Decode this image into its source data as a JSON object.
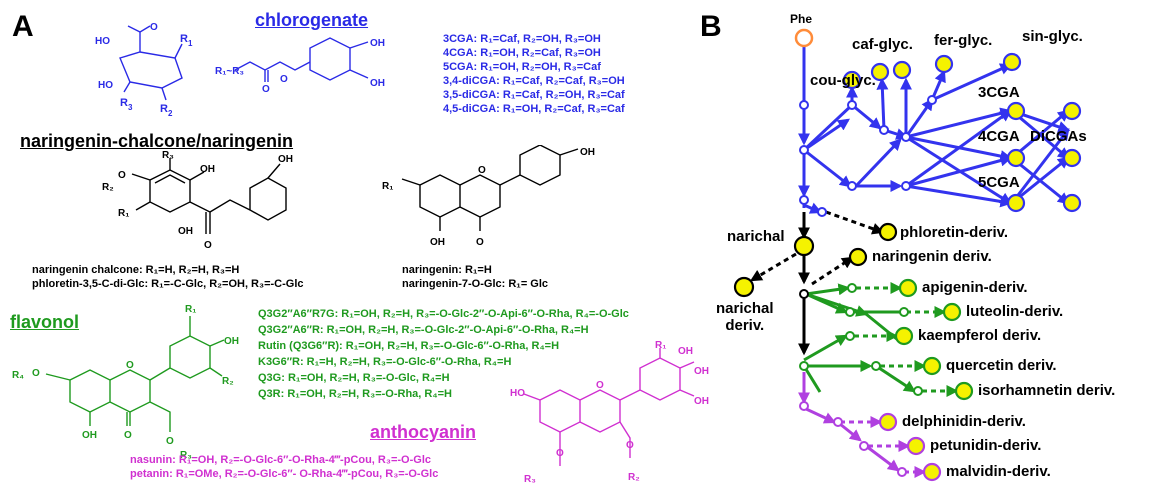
{
  "panelA": {
    "letter": "A",
    "chlorogenate": {
      "heading": "chlorogenate",
      "atoms": {
        "ho1": "HO",
        "o1": "O",
        "r1": "R",
        "r1sub": "1",
        "ho2": "HO",
        "r3": "R",
        "r3sub": "3",
        "r2": "R",
        "r2sub": "2",
        "rr": "R₁~R₃",
        "o2": "O",
        "o3": "O",
        "oh1": "OH",
        "oh2": "OH"
      },
      "rules": [
        "3CGA:  R₁=Caf, R₂=OH, R₃=OH",
        "4CGA:  R₁=OH, R₂=Caf, R₃=OH",
        "5CGA:  R₁=OH, R₂=OH, R₃=Caf",
        "3,4-diCGA:  R₁=Caf, R₂=Caf, R₃=OH",
        "3,5-diCGA:  R₁=Caf, R₂=OH, R₃=Caf",
        "4,5-diCGA:  R₁=OH, R₂=Caf, R₃=Caf"
      ]
    },
    "naringenin": {
      "heading": "naringenin-chalcone/naringenin",
      "atoms": {
        "r3": "R₃",
        "o": "O",
        "r2": "R₂",
        "oh1": "OH",
        "oh2": "OH",
        "r1": "R₁",
        "oh3": "OH",
        "oket": "O",
        "nr1": "R₁",
        "no": "O",
        "noh1": "OH",
        "noh2": "OH",
        "noket": "O"
      },
      "rules_left": [
        "naringenin chalcone:  R₁=H, R₂=H, R₃=H",
        "phloretin-3,5-C-di-Glc:  R₁=-C-Glc, R₂=OH, R₃=-C-Glc"
      ],
      "rules_right": [
        "naringenin:  R₁=H",
        "naringenin-7-O-Glc:  R₁= Glc"
      ]
    },
    "flavonol": {
      "heading": "flavonol",
      "atoms": {
        "r1": "R₁",
        "oh1": "OH",
        "r4": "R₄",
        "o1": "O",
        "o2": "O",
        "r2": "R₂",
        "oh2": "OH",
        "oket": "O",
        "o3": "O",
        "r3": "R₃"
      },
      "rules": [
        "Q3G2″A6″R7G:  R₁=OH, R₂=H, R₃=-O-Glc-2″-O-Api-6″-O-Rha, R₄=-O-Glc",
        "Q3G2″A6″R:  R₁=OH, R₂=H, R₃=-O-Glc-2″-O-Api-6″-O-Rha, R₄=H",
        "Rutin (Q3G6″R):  R₁=OH, R₂=H, R₃=-O-Glc-6″-O-Rha, R₄=H",
        "K3G6″R:  R₁=H, R₂=H, R₃=-O-Glc-6″-O-Rha, R₄=H",
        "Q3G:  R₁=OH, R₂=H, R₃=-O-Glc, R₄=H",
        "Q3R:  R₁=OH, R₂=H, R₃=-O-Rha, R₄=H"
      ]
    },
    "anthocyanin": {
      "heading": "anthocyanin",
      "atoms": {
        "r1": "R₁",
        "oh1": "OH",
        "oh2": "OH",
        "ho": "HO",
        "o1": "O",
        "oh3": "OH",
        "o2": "O",
        "o3": "O",
        "r3": "R₃",
        "r2": "R₂"
      },
      "rules": [
        "nasunin:  R₁=OH, R₂=-O-Glc-6″-O-Rha-4‴-pCou, R₃=-O-Glc",
        "petanin:  R₁=OMe, R₂=-O-Glc-6″- O-Rha-4‴-pCou, R₃=-O-Glc"
      ]
    }
  },
  "panelB": {
    "letter": "B",
    "labels": {
      "phe": "Phe",
      "caf_glyc": "caf-glyc.",
      "fer_glyc": "fer-glyc.",
      "sin_glyc": "sin-glyc.",
      "cou_glyc": "cou-glyc.",
      "cga3": "3CGA",
      "cga4": "4CGA",
      "dicgas": "DiCGAs",
      "cga5": "5CGA",
      "narichal": "narichal",
      "phloretin": "phloretin-deriv.",
      "naringenin": "naringenin deriv.",
      "narichal_deriv_1": "narichal",
      "narichal_deriv_2": "deriv.",
      "apigenin": "apigenin-deriv.",
      "luteolin": "luteolin-deriv.",
      "kaempferol": "kaempferol deriv.",
      "quercetin": "quercetin deriv.",
      "isorhamnetin": "isorhamnetin deriv.",
      "delphinidin": "delphinidin-deriv.",
      "petunidin": "petunidin-deriv.",
      "malvidin": "malvidin-deriv."
    },
    "colors": {
      "blue": "#3333ee",
      "green": "#1f9a1f",
      "pink": "#b040e0",
      "node_fill": "#f5f200",
      "phe": "#ff8c3a"
    }
  }
}
